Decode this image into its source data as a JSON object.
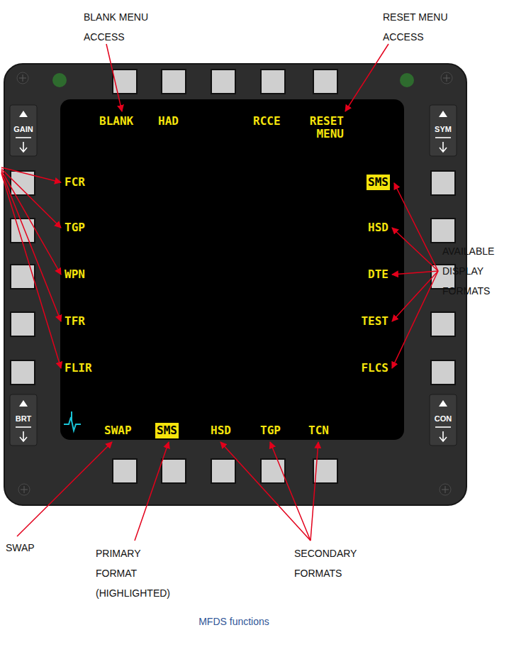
{
  "diagram": {
    "caption": "MFDS functions",
    "nodes": [
      {
        "text": [
          "BLANK",
          "HAD",
          "RCCE",
          "RESET MENU",
          "FCR",
          "TGP",
          "WPN",
          "TFR",
          "FLIR",
          "HSD",
          "DTE",
          "TEST",
          "FLCS",
          "SWAP",
          "HSD",
          "TGP",
          "TCN"
        ]
      },
      {
        "text": [
          "SMS"
        ],
        "in": 0
      },
      {
        "text": [
          "SMS"
        ],
        "in": 0
      },
      {
        "text": [
          "GAIN"
        ]
      },
      {
        "text": [
          "SYM"
        ]
      },
      {
        "text": [
          "BRT"
        ]
      },
      {
        "text": [
          "CON"
        ]
      }
    ],
    "labels": [
      "BLANK MENU ACCESS",
      "RESET MENU ACCESS",
      "AVAILABLE DISPLAY FORMATS",
      "SWAP",
      "PRIMARY FORMAT (HIGHLIGHTED)",
      "SECONDARY FORMATS"
    ]
  }
}
